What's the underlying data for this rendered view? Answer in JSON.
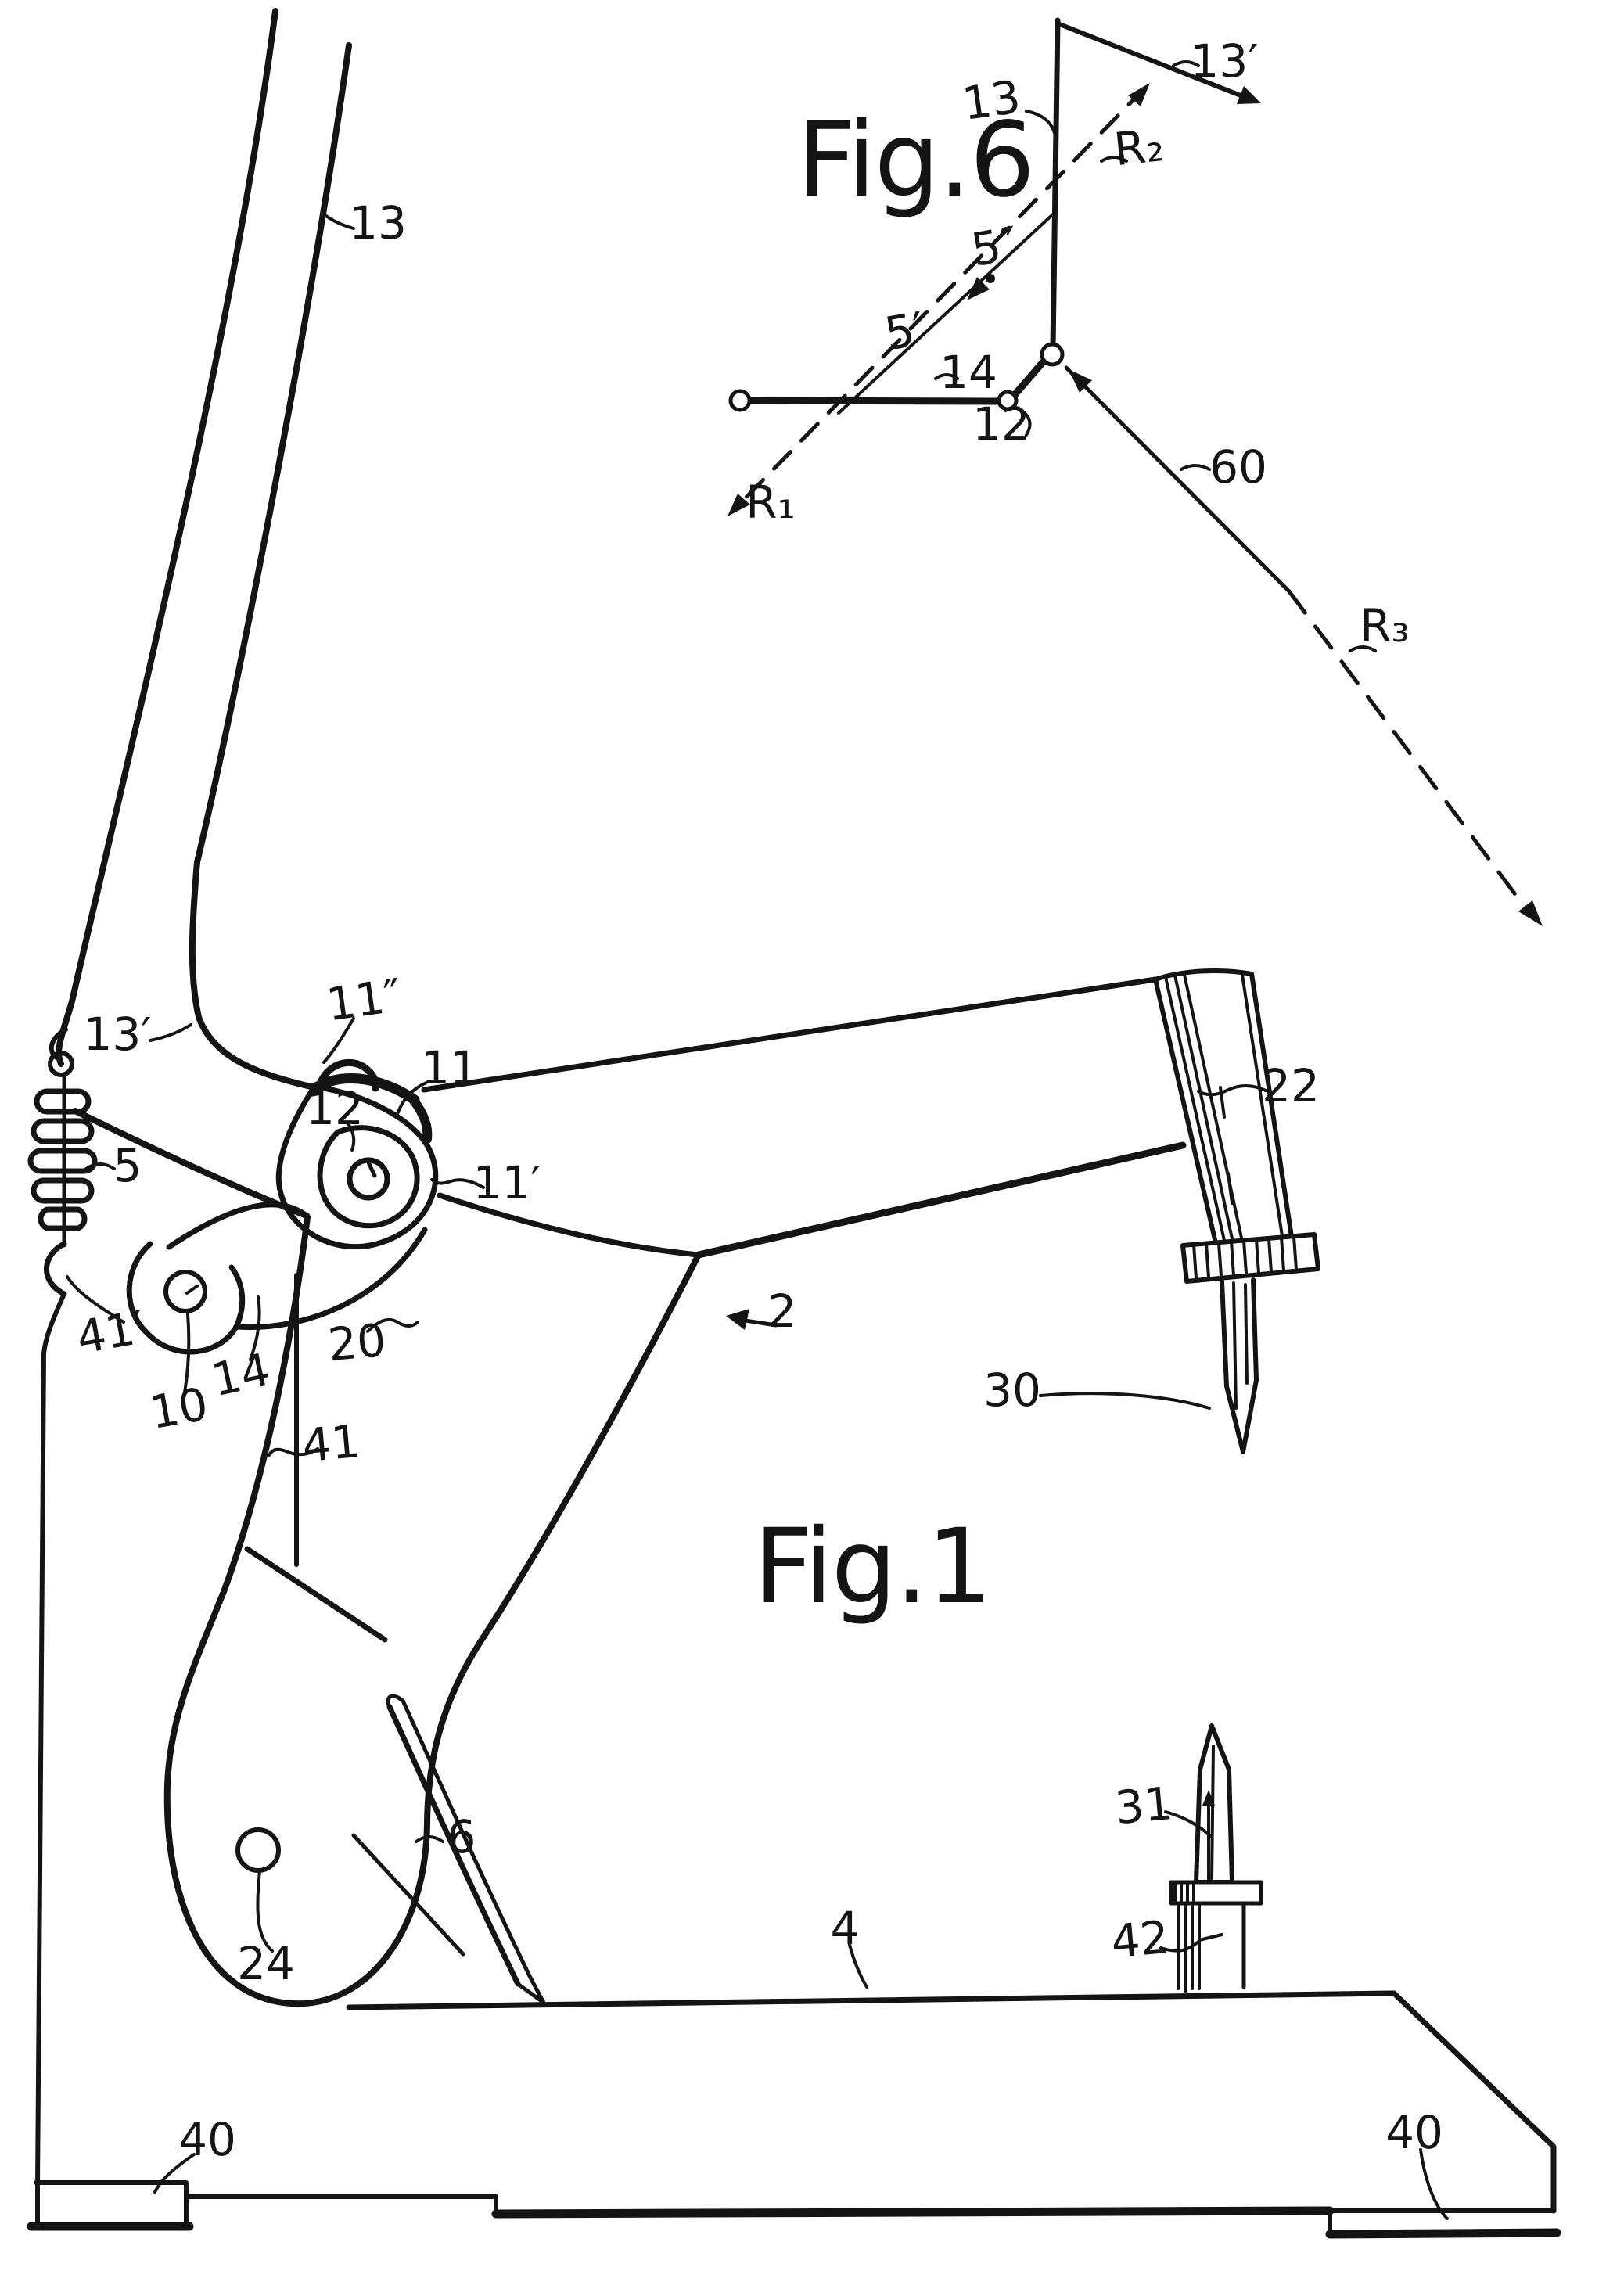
{
  "page": {
    "background": "#ffffff",
    "ink": "#141414"
  },
  "fig6": {
    "title": "Fig.6",
    "labels": {
      "n13": "13",
      "n13p": "13′",
      "r2": "R₂",
      "n5pp": "5″",
      "n5p": "5′",
      "n14": "14",
      "n12": "12",
      "r1": "R₁",
      "n60": "60",
      "r3": "R₃"
    }
  },
  "fig1": {
    "title": "Fig.1",
    "labels": {
      "n13": "13",
      "n13p": "13′",
      "n11pp": "11″",
      "n11": "11",
      "n12": "12",
      "n5": "5",
      "n11p": "11′",
      "n41p": "41′",
      "n10": "10",
      "n14": "14",
      "n20": "20",
      "n41": "41",
      "n2": "2",
      "n22": "22",
      "n30": "30",
      "n6": "6",
      "n24": "24",
      "n4": "4",
      "n31": "31",
      "n42": "42",
      "n40_left": "40",
      "n40_right": "40"
    }
  }
}
